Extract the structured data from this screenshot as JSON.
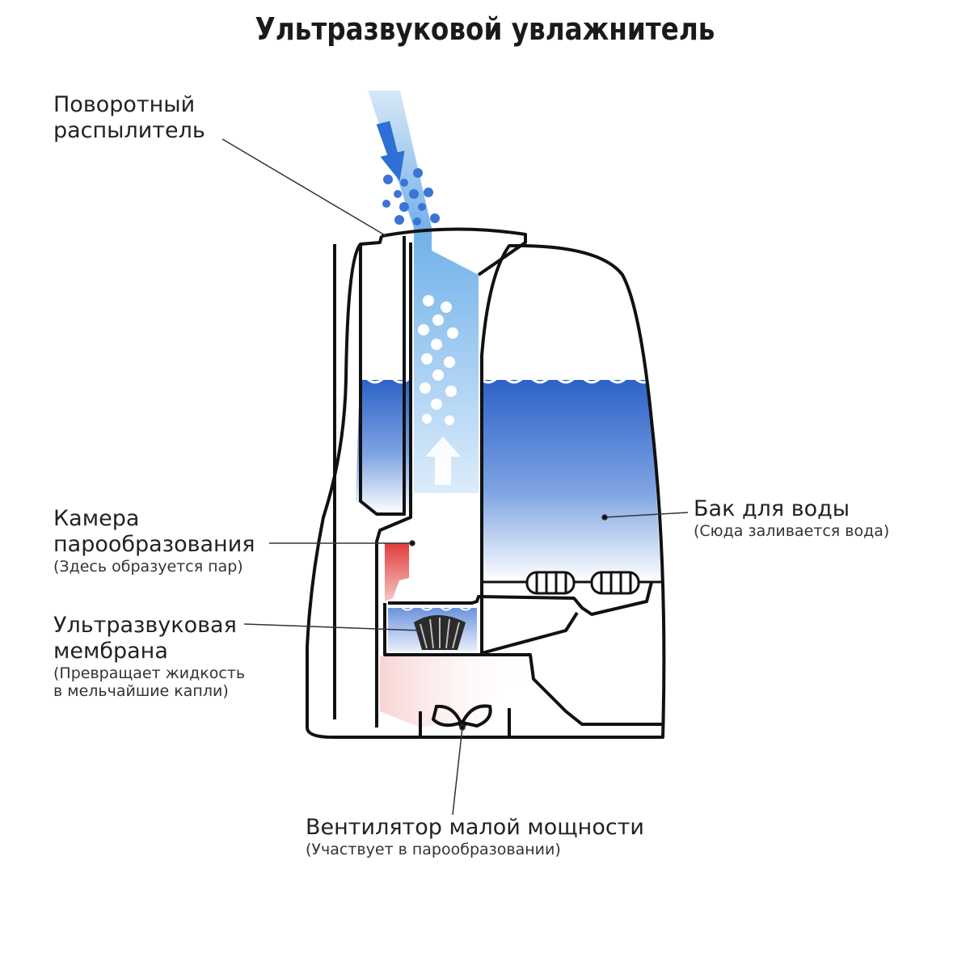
{
  "title": "Ультразвуковой увлажнитель",
  "labels": {
    "sprayer": {
      "line1": "Поворотный",
      "line2": "распылитель"
    },
    "chamber": {
      "line1": "Камера",
      "line2": "парообразования",
      "note": "(Здесь образуется пар)"
    },
    "membrane": {
      "line1": "Ультразвуковая",
      "line2": "мембрана",
      "note1": "(Превращает жидкость",
      "note2": "в мельчайшие капли)"
    },
    "tank": {
      "line1": "Бак для воды",
      "note": "(Сюда заливается вода)"
    },
    "fan": {
      "line1": "Вентилятор малой мощности",
      "note": "(Участвует в парообразовании)"
    }
  },
  "colors": {
    "water": "#3b6fd0",
    "mist": "#8fc3ee",
    "steam_chamber": "#e04848",
    "outline": "#111111",
    "arrow": "#3a75d6"
  }
}
